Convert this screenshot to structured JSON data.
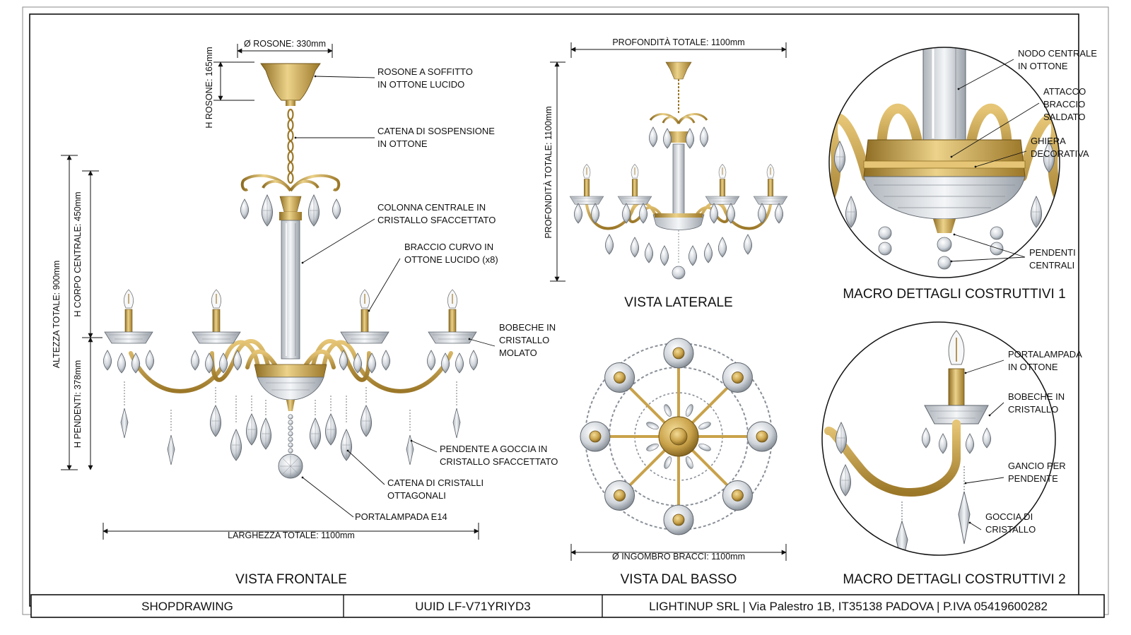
{
  "colors": {
    "brass": "#c9a24a",
    "brass_dark": "#8e6d22",
    "brass_light": "#ecd28a",
    "crystal": "#d9dde2",
    "crystal_edge": "#6b7078",
    "line": "#111111"
  },
  "front_view": {
    "title": "VISTA FRONTALE",
    "dims": {
      "rosone_diameter": "Ø ROSONE: 330mm",
      "rosone_height": "H ROSONE: 165mm",
      "total_height": "ALTEZZA TOTALE: 900mm",
      "central_body_height": "H CORPO CENTRALE: 450mm",
      "pendants_height": "H PENDENTI: 378mm",
      "total_width": "LARGHEZZA TOTALE: 1100mm"
    },
    "callouts": [
      {
        "line1": "ROSONE A SOFFITTO",
        "line2": "IN OTTONE LUCIDO"
      },
      {
        "line1": "CATENA DI SOSPENSIONE",
        "line2": "IN OTTONE"
      },
      {
        "line1": "COLONNA CENTRALE IN",
        "line2": "CRISTALLO SFACCETTATO"
      },
      {
        "line1": "BRACCIO CURVO IN",
        "line2": "OTTONE LUCIDO (x8)"
      },
      {
        "line1": "BOBECHE IN",
        "line2": "CRISTALLO",
        "line3": "MOLATO"
      },
      {
        "line1": "PENDENTE A GOCCIA IN",
        "line2": "CRISTALLO SFACCETTATO"
      },
      {
        "line1": "CATENA DI CRISTALLI",
        "line2": "OTTAGONALI"
      },
      {
        "line1": "PORTALAMPADA E14"
      }
    ]
  },
  "side_view": {
    "title": "VISTA LATERALE",
    "dims": {
      "total_depth_top": "PROFONDITÀ TOTALE: 1100mm",
      "total_depth_side": "PROFONDITÀ TOTALE: 1100mm"
    }
  },
  "bottom_view": {
    "title": "VISTA DAL BASSO",
    "dims": {
      "arms_span": "Ø INGOMBRO BRACCI: 1100mm"
    }
  },
  "macro1": {
    "title": "MACRO DETTAGLI COSTRUTTIVI 1",
    "callouts": [
      {
        "line1": "NODO CENTRALE",
        "line2": "IN OTTONE"
      },
      {
        "line1": "ATTACCO",
        "line2": "BRACCIO",
        "line3": "SALDATO"
      },
      {
        "line1": "GHIERA",
        "line2": "DECORATIVA"
      },
      {
        "line1": "PENDENTI",
        "line2": "CENTRALI"
      }
    ]
  },
  "macro2": {
    "title": "MACRO DETTAGLI COSTRUTTIVI 2",
    "callouts": [
      {
        "line1": "PORTALAMPADA",
        "line2": "IN OTTONE"
      },
      {
        "line1": "BOBECHE IN",
        "line2": "CRISTALLO"
      },
      {
        "line1": "GANCIO PER",
        "line2": "PENDENTE"
      },
      {
        "line1": "GOCCIA DI",
        "line2": "CRISTALLO"
      }
    ]
  },
  "footer": {
    "doc_type": "SHOPDRAWING",
    "uuid": "UUID LF-V71YRIYD3",
    "company": "LIGHTINUP SRL | Via Palestro 1B, IT35138 PADOVA | P.IVA 05419600282"
  }
}
